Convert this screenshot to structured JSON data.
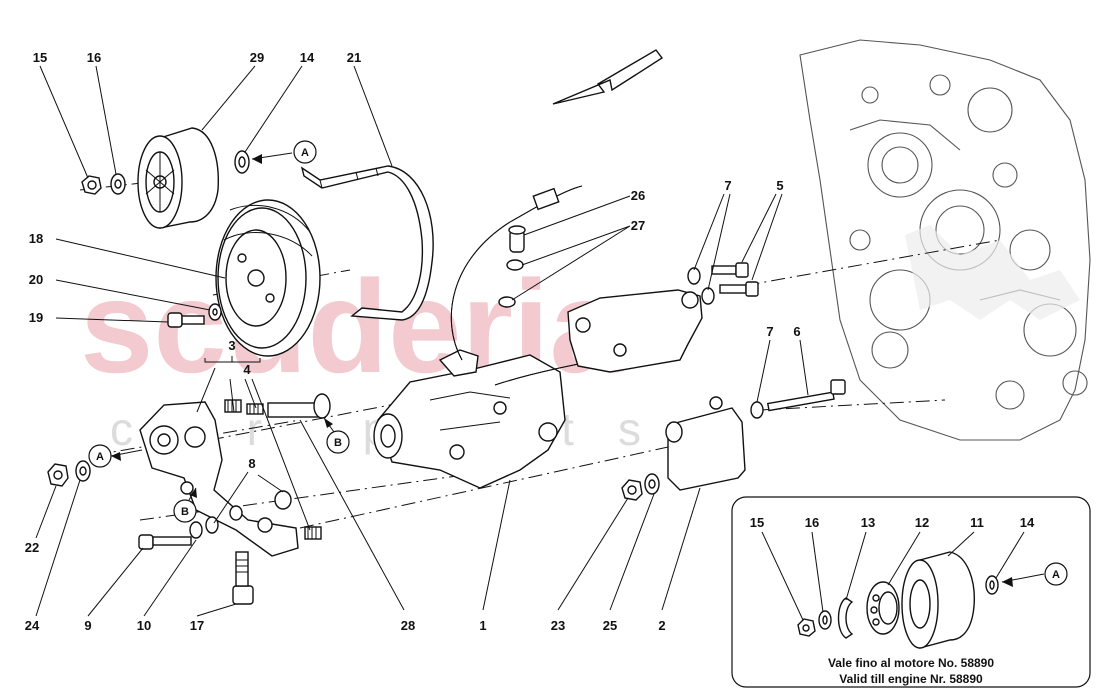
{
  "watermark": {
    "main": "scuderia",
    "sub": "car parts"
  },
  "callouts": {
    "c15": "15",
    "c16": "16",
    "c29": "29",
    "c14": "14",
    "c21": "21",
    "c18": "18",
    "c20": "20",
    "c19": "19",
    "c3": "3",
    "c4": "4",
    "c22": "22",
    "c24": "24",
    "c9": "9",
    "c10": "10",
    "c17": "17",
    "c8": "8",
    "c28": "28",
    "c1": "1",
    "c26": "26",
    "c27": "27",
    "c7a": "7",
    "c5": "5",
    "c7b": "7",
    "c6": "6",
    "c23": "23",
    "c25": "25",
    "c2": "2"
  },
  "references": {
    "a1": "A",
    "a2": "A",
    "b1": "B",
    "b2": "B",
    "a_inset": "A"
  },
  "inset": {
    "callouts": {
      "i15": "15",
      "i16": "16",
      "i13": "13",
      "i12": "12",
      "i11": "11",
      "i14": "14"
    },
    "note_line1": "Vale fino al motore No. 58890",
    "note_line2": "Valid till engine Nr. 58890"
  },
  "colors": {
    "watermark_red": "#e8a0a8",
    "watermark_grey": "#d4d4d4",
    "ink": "#111111"
  }
}
